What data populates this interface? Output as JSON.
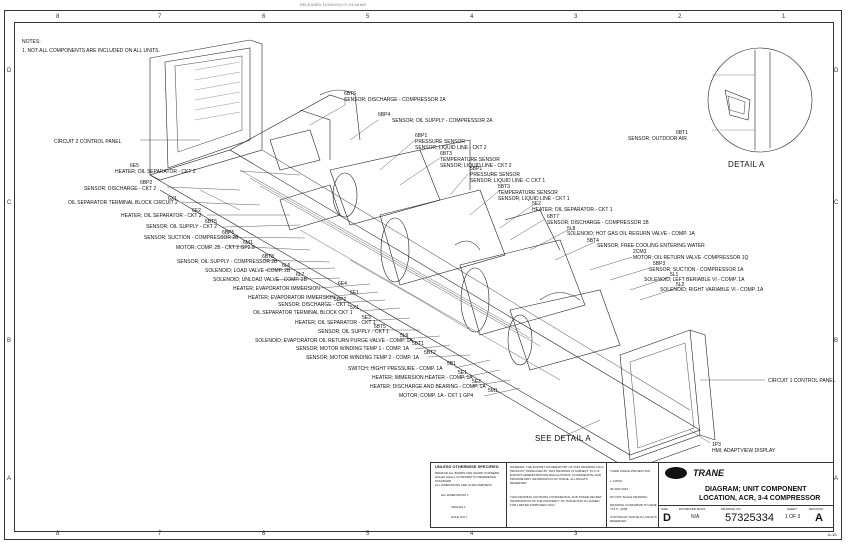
{
  "header_stamp": "RELEASED 11/04/2012 07:24:48 AM",
  "zones": {
    "top": [
      "8",
      "7",
      "6",
      "5",
      "4",
      "3",
      "2",
      "1"
    ],
    "side": [
      "D",
      "C",
      "B",
      "A"
    ]
  },
  "notes": {
    "title": "NOTES:",
    "line1": "1. NOT ALL COMPONENTS ARE INCLUDED ON ALL UNITS."
  },
  "callouts": {
    "circuit2_panel": "CIRCUIT 2 CONTROL PANEL",
    "c6bt6_code": "6BT6",
    "c6bt6": "SENSOR; DISCHARGE - COMPRESSOR 2A",
    "c6bp4_code": "6BP4",
    "c6bp4": "SENSOR; OIL SUPPLY - COMPRESSOR 2A",
    "c6bp1_code": "6BP1",
    "c6bp1_a": "PRESSURE SENSOR",
    "c6bp1_b": "SENSOR; LIQUID LINE - CKT 2",
    "c6bt3_code": "6BT3",
    "c6bt3_a": "TEMPERATURE SENSOR",
    "c6bt3_b": "SENSOR; LIQUID LINE - CKT 2",
    "c6e5_code": "6E5",
    "c6e5": "HEATER; OIL SEPARATOR - CKT 2",
    "c6bp2_code": "6BP2",
    "c6bp2": "SENSOR; DISCHARGE - CKT 2",
    "c6x1_code": "6X1",
    "c6x1": "OIL SEPARATOR TERMINAL BLOCK CIRCUIT 2",
    "c6e2_code": "6E2",
    "c6e2": "HEATER; OIL SEPARATOR - CKT 2",
    "c6bt5_code": "6BT5",
    "c6bt5": "SENSOR; OIL SUPPLY - CKT 2",
    "c6bp5_code": "6BP5",
    "c6bp5": "SENSOR; SUCTION - COMPRESSOR 2B",
    "c6m1_code": "6M1",
    "c6m1": "MOTOR; COMP. 2B - CKT 2 GP2.5",
    "c6bt8_code": "6BT8",
    "c6bt8": "SENSOR; OIL SUPPLY - COMPRESSOR 2B",
    "c6l6_code": "6L6",
    "c6l6": "SOLENOID; LOAD VALVE -COMP. 2B",
    "c6l7_code": "6L7",
    "c6l7": "SOLENOID; UNLOAD VALVE - COMP. 2B",
    "c6e4_code": "6E4",
    "c6e4": "HEATER; EVAPORATOR IMMERSION",
    "c6e1_code": "6E1",
    "c6e1": "HEATER; EVAPORATOR IMMERSION",
    "c5bp2_code": "5BP2",
    "c5bp2": "SENSOR; DISCHARGE - CKT 1",
    "c5x1_code": "5X1",
    "c5x1": "OIL SEPARATOR TERMINAL BLOCK CKT 1",
    "c5e3_code": "5E3",
    "c5e3": "HEATER; OIL SEPARATOR - CKT 1",
    "c5bt5_code": "5BT5",
    "c5bt5": "SENSOR; OIL SUPPLY - CKT 1",
    "c5l9_code": "5L9",
    "c5l9": "SOLENOID; EVAPORATOR OIL RETURN PURGE VALVE - COMP. 1A",
    "c5bt1_code": "5BT1",
    "c5bt1": "SENSOR; MOTOR WINDING TEMP 1 - COMP. 1A",
    "c5bt2_code": "5BT2",
    "c5bt2": "SENSOR; MOTOR WINDING TEMP 2 - COMP. 1A",
    "c5b1_code": "5B1",
    "c5b1": "SWITCH; HIGHT PRESSURE - COMP. 1A",
    "c5e1_code": "5E1",
    "c5e1": "HEATER; IMMERSION HEATER - COMP. 1A",
    "c5e2_code": "5E2",
    "c5e2": "HEATER; DISCHARGE AND BEARING - COMP. 1A",
    "c5m1_code": "5M1",
    "c5m1": "MOTOR; COMP. 1A - CKT 1 GP4",
    "c5bp1_code": "5BP1",
    "c5bp1_a": "PRESSURE SENSOR",
    "c5bp1_b": "SENSOR; LIQUID LINE -C CKT 1",
    "c5bt3_code": "5BT3",
    "c5bt3_a": "TEMPERATURE SENSOR",
    "c5bt3_b": "SENSOR; LIQUID LINE - CKT 1",
    "c5e2b_code": "5E2",
    "c5e2b": "HEATER; OIL SEPARATOR - CKT 1",
    "c6bt7_code": "6BT7",
    "c6bt7": "SENSOR; DISCHARGE - COMPRESSOR 1B",
    "c5l8_code": "5L8",
    "c5l8": "SOLENOID; HOT GAS OIL REGURN VALVE - COMP. 1A",
    "c5bt4_code": "5BT4",
    "c5bt4": "SENSOR; FREE COOLING ENTERING WATER",
    "c2cm3_code": "2CM3",
    "c2cm3": "MOTOR; OIL RETURN VALVE -COMPRESSOR 1Q",
    "c5bp3_code": "5BP3",
    "c5bp3": "SENSOR; SUCTION - COMPRESSOR 1A",
    "c5l1_code": "5L1",
    "c5l1": "SOLENOID; LEFT BERIABLE VI - COMP. 1A",
    "c5l2_code": "5L2",
    "c5l2": "SOLENOID; RIGHT VARIABLE VI - COMP. 1A",
    "circuit1_panel": "CIRCUIT 1 CONTROL PANEL",
    "c1p3_code": "1P3",
    "c1p3": "HMI; ADAPTVIEW DISPLAY",
    "c6bt1_code": "6BT1",
    "c6bt1": "SENSOR; OUTDOOR AIR"
  },
  "detail_a": "DETAIL A",
  "see_detail_a": "SEE DETAIL A",
  "title_block": {
    "unless": "UNLESS OTHERWISE SPECIFIED",
    "unless_sub": "REMOVE ALL BURRS AND SHARP CORNERS. HOLES SHALL CONFORM TO REFERENCE STANDARD",
    "dims": "ALL DIMENSIONS ARE IN MILLIMETERS",
    "tol_dim": "ALL DIMENSIONS ±",
    "tol_angle": "ANGLES ±",
    "tol_hole": "HOLE DIA ±",
    "notice": "WARNING: THE EXPORT OR REEXPORT OF THIS DRAWING OR A PRODUCT PRODUCED BY THIS DRAWING IS SUBJECT TO U.S. EXPORT ADMINISTRATION REGULATIONS. CONFIDENTIAL AND PROPRIETARY INFORMATION OF TRANE. ALL RIGHTS RESERVED.",
    "confidential": "THIS DRAWING CONTAINS CONFIDENTIAL AND TRADE SECRET INFORMATION OF THE PROPERTY OF TRANE AND IS LOANED FOR LIMITED PURPOSES ONLY.",
    "approvals": "THIRD ANGLE PROJECTION",
    "drawn": "L. DAVIS",
    "date": "30-APR-2012",
    "scale_note": "DO NOT SCALE DRAWING",
    "conform": "DRAWING CONFORMS TO ASME Y14.5 - 2009",
    "copyright": "COPYRIGHT TRANE ALL RIGHTS RESERVED",
    "logo": "TRANE",
    "title1": "DIAGRAM; UNIT COMPONENT",
    "title2": "LOCATION, ACR, 3-4 COMPRESSOR",
    "size_lbl": "SIZE",
    "size": "D",
    "mass_lbl": "ESTIMATED MASS",
    "mass": "N/A",
    "dwg_lbl": "DRAWING NO.",
    "dwg": "57325334",
    "sheet_lbl": "SHEET",
    "sheet": "1 OF 3",
    "rev_lbl": "REVISION",
    "rev": "A",
    "corner": "A-10"
  }
}
